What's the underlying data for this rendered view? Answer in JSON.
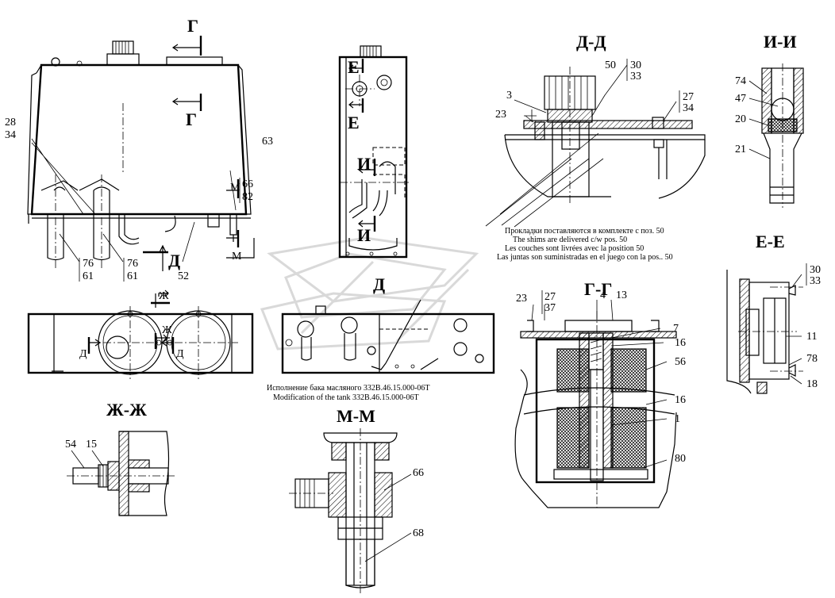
{
  "sections": {
    "g_g_top": "Г",
    "g_g_bottom": "Г",
    "e_side_top": "Е",
    "e_side_bottom": "Е",
    "i_side_top": "И",
    "i_side_bottom": "И",
    "d_front": "Д",
    "d_mod": "Д",
    "m_top": "М",
    "m_bottom": "М",
    "zh_plan": "Ж",
    "zh_plan2": "Ж",
    "d_plan_l": "Д",
    "d_plan_r": "Д"
  },
  "section_titles": {
    "dd": "Д-Д",
    "ii": "И-И",
    "ee": "Е-Е",
    "gg": "Г-Г",
    "zhzh": "Ж-Ж",
    "mm": "М-М"
  },
  "part_labels": {
    "p28": "28",
    "p34a": "34",
    "p63": "63",
    "p66a": "66",
    "p82": "82",
    "p76a": "76",
    "p61a": "61",
    "p76b": "76",
    "p61b": "61",
    "p52": "52",
    "p50": "50",
    "p30a": "30",
    "p33a": "33",
    "p3": "3",
    "p23a": "23",
    "p27a": "27",
    "p34b": "34",
    "p74": "74",
    "p47": "47",
    "p20": "20",
    "p21": "21",
    "p30b": "30",
    "p33b": "33",
    "p11": "11",
    "p78": "78",
    "p18": "18",
    "p23b": "23",
    "p27b": "27",
    "p37": "37",
    "p4": "4",
    "p13": "13",
    "p7": "7",
    "p16a": "16",
    "p56": "56",
    "p16b": "16",
    "p1": "1",
    "p80": "80",
    "p54": "54",
    "p15": "15",
    "p66b": "66",
    "p68": "68"
  },
  "notes": {
    "shims_ru": "Прокладки поставляются в комплекте с поз. 50",
    "shims_en": "The shims are delivered c/w pos. 50",
    "shims_fr": "Les couches sont livrées avec la position 50",
    "shims_es": "Las juntas son suministradas en el juego con la pos.. 50",
    "mod_ru": "Исполнение бака масляного 332В.46.15.000-06Т",
    "mod_en": "Modification of the tank 332В.46.15.000-06Т"
  }
}
